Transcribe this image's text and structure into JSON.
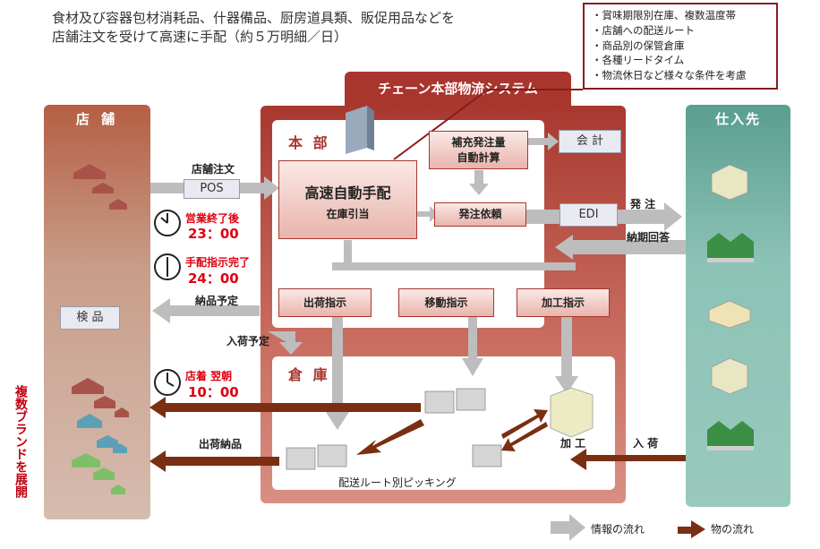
{
  "header": {
    "line1": "食材及び容器包材消耗品、什器備品、厨房道具類、販促用品などを",
    "line2": "店舗注文を受けて高速に手配（約５万明細／日）"
  },
  "callout": {
    "items": [
      "・賞味期限別在庫、複数温度帯",
      "・店舗への配送ルート",
      "・商品別の保管倉庫",
      "・各種リードタイム",
      "・物流休日など様々な条件を考慮"
    ]
  },
  "store": {
    "title": "店 舗",
    "inspection": "検 品",
    "multi_brand": "複数ブランドを展開"
  },
  "supplier": {
    "title": "仕入先"
  },
  "hq_system": {
    "title": "チェーン本部物流システム",
    "honbu": "本 部",
    "auto_arrange": "高速自動手配",
    "inventory": "在庫引当",
    "replenish_line1": "補充発注量",
    "replenish_line2": "自動計算",
    "order_request": "発注依頼",
    "accounting": "会 計",
    "edi": "EDI",
    "shipping_instr": "出荷指示",
    "transfer_instr": "移動指示",
    "process_instr": "加工指示",
    "warehouse": "倉 庫",
    "picking": "配送ルート別ピッキング",
    "processing": "加 工"
  },
  "flows": {
    "store_order": "店舗注文",
    "pos": "POS",
    "order_out": "発 注",
    "delivery_reply": "納期回答",
    "delivery_schedule": "納品予定",
    "arrival_schedule": "入荷予定",
    "shipping_delivery": "出荷納品",
    "arrival": "入 荷"
  },
  "times": {
    "t1_label": "営業終了後",
    "t1_value": "23：00",
    "t2_label": "手配指示完了",
    "t2_value": "24：00",
    "t3_label": "店着 翌朝",
    "t3_value": "10：00"
  },
  "legend": {
    "info_flow": "情報の流れ",
    "goods_flow": "物の流れ"
  },
  "colors": {
    "hq_red": "#a8362d",
    "store_brown": "#b55f43",
    "supplier_teal": "#5a9e8f",
    "time_red": "#e0000f",
    "goods_arrow": "#7a2e12",
    "info_arrow": "#b3b3b3"
  }
}
